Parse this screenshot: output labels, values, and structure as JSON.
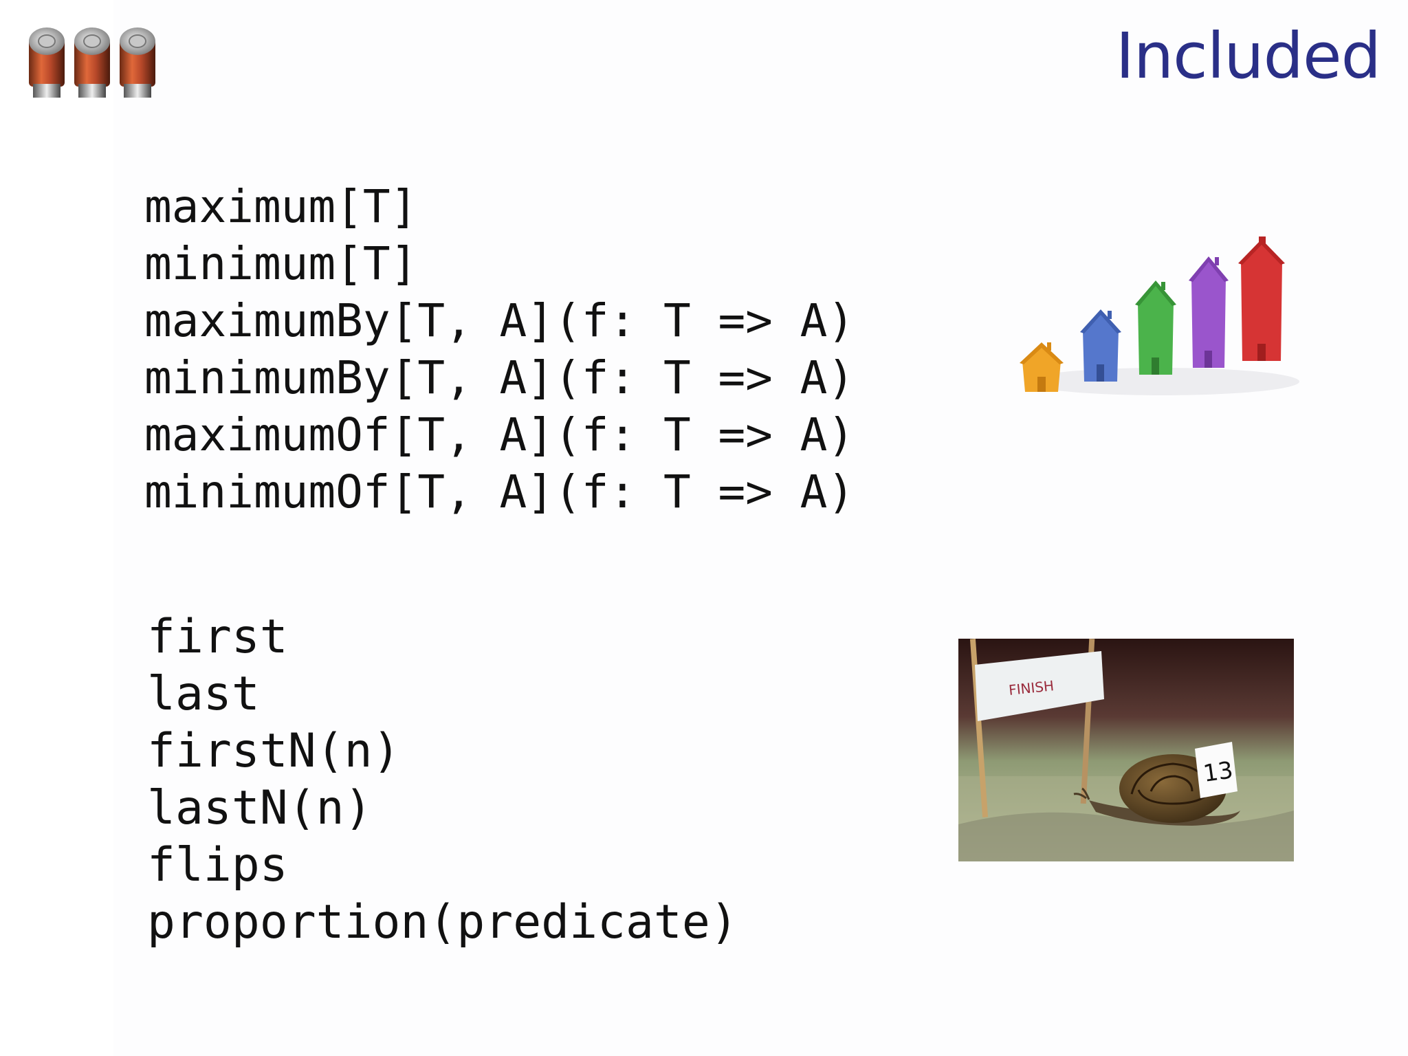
{
  "slide": {
    "title": "Included"
  },
  "code_blocks": {
    "extremes": [
      "maximum[T]",
      "minimum[T]",
      "maximumBy[T, A](f: T => A)",
      "minimumBy[T, A](f: T => A)",
      "maximumOf[T, A](f: T => A)",
      "minimumOf[T, A](f: T => A)"
    ],
    "positional": [
      "first",
      "last",
      "firstN(n)",
      "lastN(n)",
      "flips",
      "proportion(predicate)"
    ]
  },
  "images": {
    "batteries": {
      "icon": "batteries-icon"
    },
    "houses": {
      "icon": "rising-houses-illustration"
    },
    "snail": {
      "icon": "snail-finish-photo",
      "flag_text": "FINISH",
      "tag_text": "13"
    }
  },
  "colors": {
    "title": "#2a2f87",
    "code": "#111111",
    "background": "#fdfdfe"
  }
}
